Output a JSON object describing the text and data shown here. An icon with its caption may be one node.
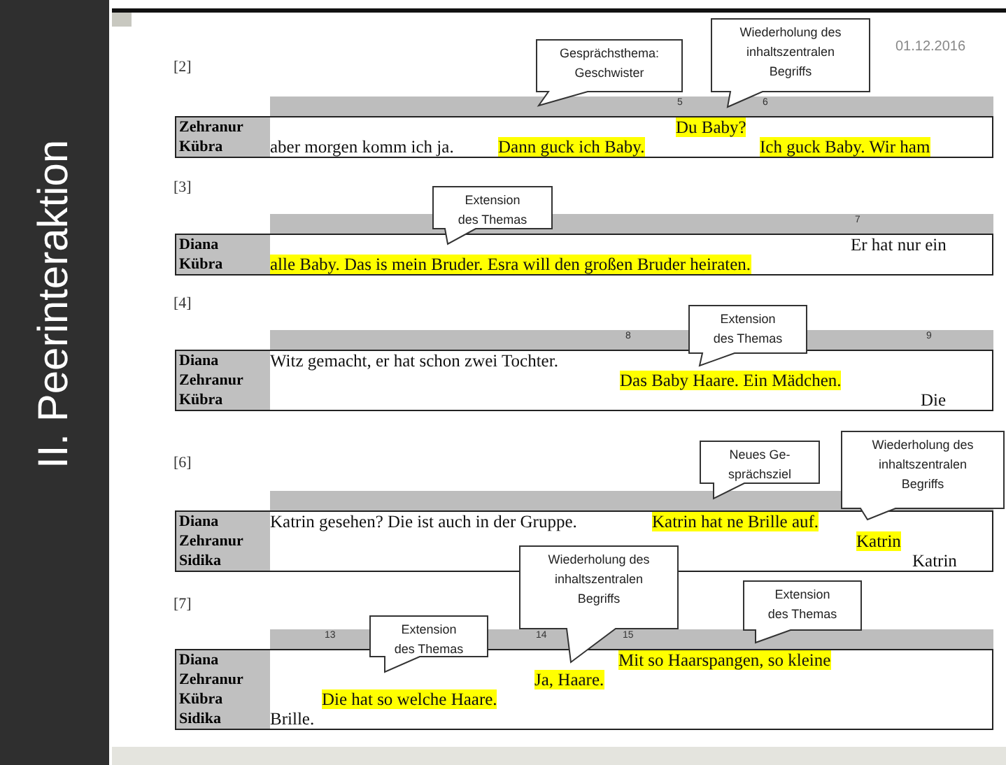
{
  "diagram": {
    "title": "II. Peerinteraktion",
    "nodes": [
      {
        "text": [
          "Gesprächsthema: Geschwister"
        ]
      },
      {
        "text": [
          "Wiederholung des inhaltszentralen Begriffs"
        ]
      },
      {
        "text": [
          "Zehranur",
          "Du Baby?",
          "Kübra",
          "aber morgen komm ich ja.",
          "Dann guck ich Baby.",
          "Ich guck Baby. Wir ham"
        ]
      },
      {
        "text": [
          "Extension des Themas"
        ]
      },
      {
        "text": [
          "Diana",
          "Er hat nur ein",
          "Kübra",
          "alle Baby. Das is mein Bruder. Esra will den großen Bruder heiraten."
        ]
      },
      {
        "text": [
          "Extension des Themas"
        ]
      },
      {
        "text": [
          "Diana",
          "Witz gemacht, er hat schon zwei Tochter.",
          "Zehranur",
          "Das Baby Haare. Ein Mädchen.",
          "Kübra",
          "Die"
        ]
      },
      {
        "text": [
          "Neues Ge- sprächsziel"
        ]
      },
      {
        "text": [
          "Wiederholung des inhaltszentralen Begriffs"
        ]
      },
      {
        "text": [
          "Diana",
          "Katrin gesehen? Die ist auch in der Gruppe.",
          "Katrin hat ne Brille auf.",
          "Zehranur",
          "Katrin",
          "Sidika",
          "Katrin"
        ]
      },
      {
        "text": [
          "Wiederholung des inhaltszentralen Begriffs"
        ]
      },
      {
        "text": [
          "Extension des Themas"
        ]
      },
      {
        "text": [
          "Extension des Themas"
        ]
      },
      {
        "text": [
          "Diana",
          "Mit so Haarspangen, so kleine",
          "Zehranur",
          "Ja, Haare.",
          "Kübra",
          "Die hat so welche Haare.",
          "Sidika",
          "Brille."
        ]
      }
    ],
    "labels": [
      "01.12.2016",
      "[2]",
      "5",
      "6",
      "[3]",
      "7",
      "[4]",
      "8",
      "9",
      "[6]",
      "[7]",
      "13",
      "14",
      "15"
    ]
  }
}
